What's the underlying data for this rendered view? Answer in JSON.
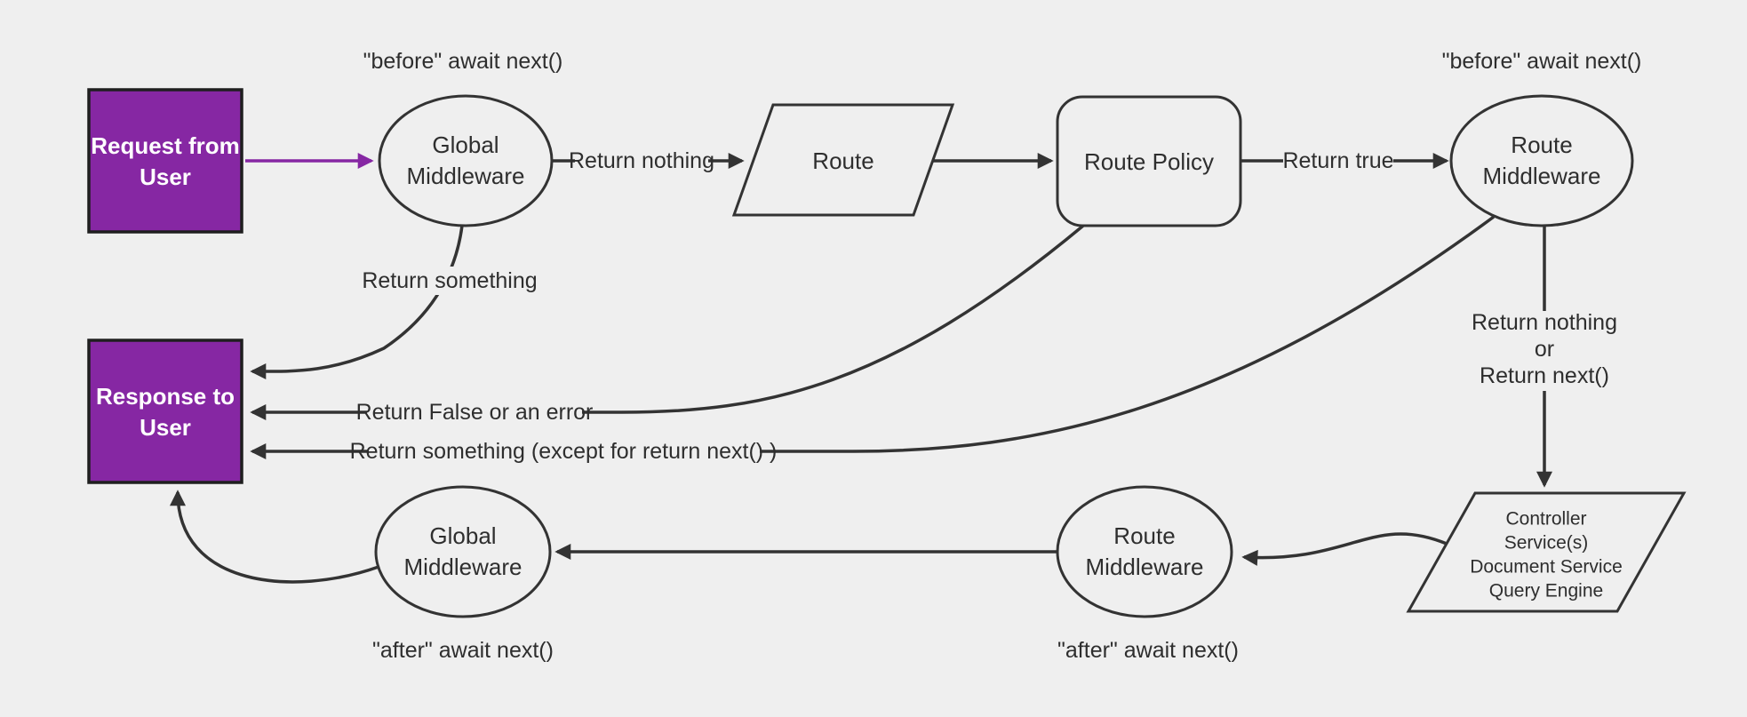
{
  "colors": {
    "background": "#efefef",
    "line": "#333333",
    "text": "#2e2e2e",
    "node_fill": "#efefef",
    "accent_purple": "#8627a3",
    "box_border": "#1f1f1f",
    "box_text": "#ffffff"
  },
  "nodes": {
    "request": {
      "lines": [
        "Request from",
        "User"
      ]
    },
    "response": {
      "lines": [
        "Response to",
        "User"
      ]
    },
    "global_middleware_top": {
      "lines": [
        "Global",
        "Middleware"
      ]
    },
    "route": {
      "label": "Route"
    },
    "route_policy": {
      "label": "Route Policy"
    },
    "route_middleware_top": {
      "lines": [
        "Route",
        "Middleware"
      ]
    },
    "controller": {
      "lines": [
        "Controller",
        "Service(s)",
        "Document Service",
        "Query Engine"
      ]
    },
    "route_middleware_bottom": {
      "lines": [
        "Route",
        "Middleware"
      ]
    },
    "global_middleware_bottom": {
      "lines": [
        "Global",
        "Middleware"
      ]
    }
  },
  "annotations": {
    "before_await_left": "\"before\" await next()",
    "before_await_right": "\"before\" await next()",
    "after_await_left": "\"after\" await next()",
    "after_await_right": "\"after\" await next()"
  },
  "edges": {
    "return_nothing": "Return nothing",
    "return_true": "Return true",
    "return_something": "Return something",
    "return_false": "Return False or an error",
    "return_something_except": "Return something (except for return next() )",
    "return_nothing_or": [
      "Return nothing",
      "or",
      "Return next()"
    ]
  }
}
